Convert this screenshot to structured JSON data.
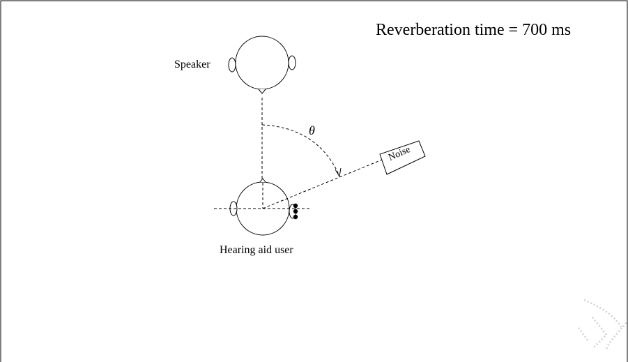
{
  "diagram": {
    "title": "Reverberation time = 700 ms",
    "speaker_label": "Speaker",
    "listener_label": "Hearing aid user",
    "angle_label": "θ",
    "noise_label": "Noise"
  },
  "colors": {
    "line": "#000000",
    "background": "#ffffff",
    "watermark": "#d0d0d0"
  }
}
